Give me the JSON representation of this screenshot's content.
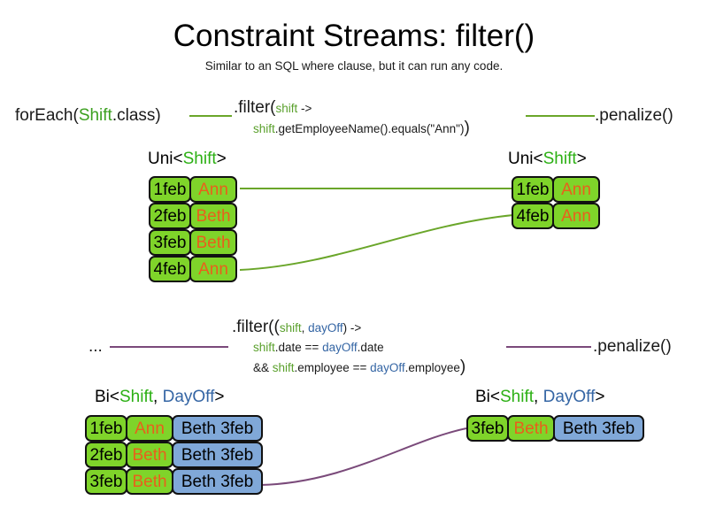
{
  "title": "Constraint Streams: filter()",
  "subtitle": "Similar to an SQL where clause, but it can run any code.",
  "colors": {
    "shift_green": "#7fd42a",
    "dayoff_blue": "#80a8d8",
    "name_orange": "#e8601c",
    "link_green": "#6aa62a",
    "link_purple": "#7a4a7a",
    "keyword_green": "#5aa02c",
    "keyword_blue": "#3465a4"
  },
  "uni_section": {
    "lead": "forEach(",
    "lead_type": "Shift",
    "lead_after": ".class)",
    "filter_call": ".filter(",
    "filter_param": "shift",
    "filter_arrow": " ->",
    "filter_body_var": "shift",
    "filter_body_rest": ".getEmployeeName().equals(\"Ann\")",
    "filter_close": ")",
    "tail": ".penalize()",
    "left_label_prefix": "Uni<",
    "left_label_type": "Shift",
    "left_label_suffix": ">",
    "right_label_prefix": "Uni<",
    "right_label_type": "Shift",
    "right_label_suffix": ">",
    "left_tuples": [
      {
        "date": "1feb",
        "name": "Ann"
      },
      {
        "date": "2feb",
        "name": "Beth"
      },
      {
        "date": "3feb",
        "name": "Beth"
      },
      {
        "date": "4feb",
        "name": "Ann"
      }
    ],
    "right_tuples": [
      {
        "date": "1feb",
        "name": "Ann"
      },
      {
        "date": "4feb",
        "name": "Ann"
      }
    ]
  },
  "bi_section": {
    "lead": "...",
    "filter_call": ".filter((",
    "filter_param_a": "shift",
    "filter_param_sep": ", ",
    "filter_param_b": "dayOff",
    "filter_arrow": ") ->",
    "body_line1_a": "shift",
    "body_line1_mid": ".date == ",
    "body_line1_b": "dayOff",
    "body_line1_end": ".date",
    "body_line2_pre": "&& ",
    "body_line2_a": "shift",
    "body_line2_mid": ".employee == ",
    "body_line2_b": "dayOff",
    "body_line2_end": ".employee",
    "filter_close": ")",
    "tail": ".penalize()",
    "left_label_prefix": "Bi<",
    "left_label_type_a": "Shift",
    "left_label_sep": ", ",
    "left_label_type_b": "DayOff",
    "left_label_suffix": ">",
    "right_label_prefix": "Bi<",
    "right_label_type_a": "Shift",
    "right_label_sep": ", ",
    "right_label_type_b": "DayOff",
    "right_label_suffix": ">",
    "left_tuples": [
      {
        "date": "1feb",
        "name": "Ann",
        "dayoff": "Beth 3feb"
      },
      {
        "date": "2feb",
        "name": "Beth",
        "dayoff": "Beth 3feb"
      },
      {
        "date": "3feb",
        "name": "Beth",
        "dayoff": "Beth 3feb"
      }
    ],
    "right_tuples": [
      {
        "date": "3feb",
        "name": "Beth",
        "dayoff": "Beth 3feb"
      }
    ]
  }
}
